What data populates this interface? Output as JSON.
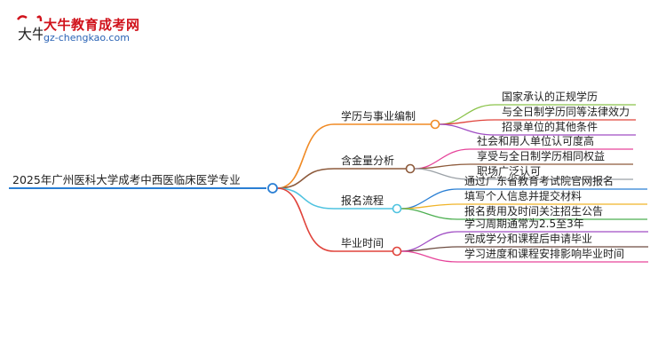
{
  "logo": {
    "title": "大牛教育成考网",
    "url": "gz-chengkao.com",
    "mark_text": "大牛"
  },
  "mindmap": {
    "root": "2025年广州医科大学成考中西医临床医学专业",
    "branches": [
      {
        "label": "学历与事业编制",
        "color": "#f08a24",
        "children": [
          "国家承认的正规学历",
          "与全日制学历同等法律效力",
          "招录单位的其他条件"
        ],
        "child_colors": [
          "#8bc34a",
          "#e0433b",
          "#a04ec4"
        ]
      },
      {
        "label": "含金量分析",
        "color": "#8d5a3b",
        "children": [
          "社会和用人单位认可度高",
          "享受与全日制学历相同权益",
          "职场广泛认可"
        ],
        "child_colors": [
          "#e6449a",
          "#8d5a3b",
          "#9aa0a6"
        ]
      },
      {
        "label": "报名流程",
        "color": "#4fc3e0",
        "children": [
          "通过广东省教育考试院官网报名",
          "填写个人信息并提交材料",
          "报名费用及时间关注招生公告"
        ],
        "child_colors": [
          "#2a7fd4",
          "#f0b429",
          "#4caf50"
        ]
      },
      {
        "label": "毕业时间",
        "color": "#e0433b",
        "children": [
          "学习周期通常为2.5至3年",
          "完成学分和课程后申请毕业",
          "学习进度和课程安排影响毕业时间"
        ],
        "child_colors": [
          "#a04ec4",
          "#6d4c41",
          "#e6449a"
        ]
      }
    ]
  },
  "colors": {
    "root_line": "#2a7fd4",
    "logo_red": "#d0121b",
    "logo_blue": "#2a63b5"
  }
}
